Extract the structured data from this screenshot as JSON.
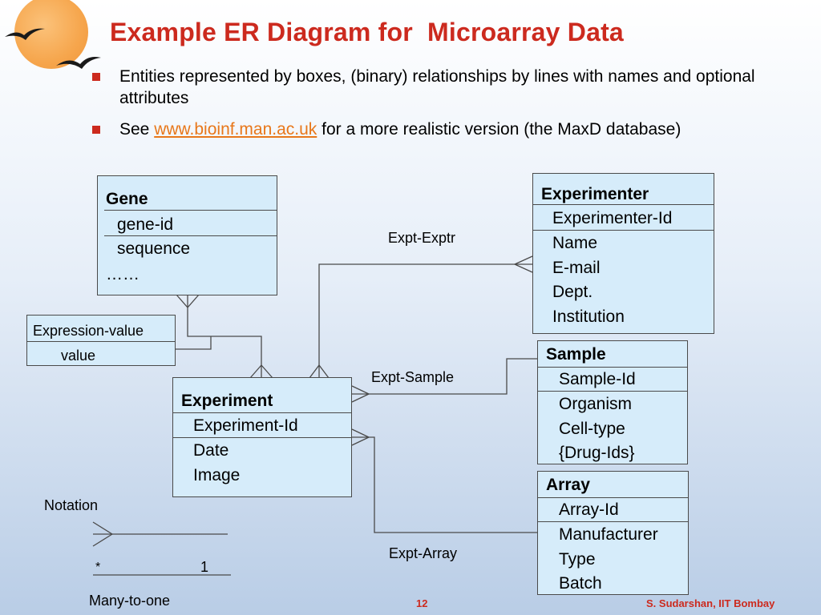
{
  "title": "Example ER Diagram for  Microarray Data",
  "bullets": {
    "b1": "Entities represented by boxes, (binary) relationships by lines with names and optional attributes",
    "b2_pre": "See ",
    "b2_link": "www.bioinf.man.ac.uk",
    "b2_post": " for a more realistic version (the MaxD database)"
  },
  "entities": {
    "gene": {
      "name": "Gene",
      "attrs": [
        "gene-id",
        "sequence",
        "……"
      ]
    },
    "expression_value": {
      "name": "Expression-value",
      "attrs": [
        "value"
      ]
    },
    "experimenter": {
      "name": "Experimenter",
      "attrs": [
        "Experimenter-Id",
        "Name",
        "E-mail",
        "Dept.",
        "Institution"
      ]
    },
    "sample": {
      "name": "Sample",
      "attrs": [
        "Sample-Id",
        "Organism",
        "Cell-type",
        "{Drug-Ids}"
      ]
    },
    "experiment": {
      "name": "Experiment",
      "attrs": [
        "Experiment-Id",
        "Date",
        "Image"
      ]
    },
    "array": {
      "name": "Array",
      "attrs": [
        "Array-Id",
        "Manufacturer",
        "Type",
        "Batch"
      ]
    }
  },
  "relationships": {
    "expt_exptr": "Expt-Exptr",
    "expt_sample": "Expt-Sample",
    "expt_array": "Expt-Array"
  },
  "notation": {
    "label": "Notation",
    "star": "*",
    "one": "1",
    "caption": "Many-to-one"
  },
  "footer": {
    "page": "12",
    "author": "S. Sudarshan, IIT Bombay"
  },
  "colors": {
    "title": "#cc2a1e",
    "link": "#e8771a",
    "entity_fill": "#d6ecfa"
  },
  "icons": {
    "sun": "sun-icon",
    "birds": "seagull-icon"
  }
}
